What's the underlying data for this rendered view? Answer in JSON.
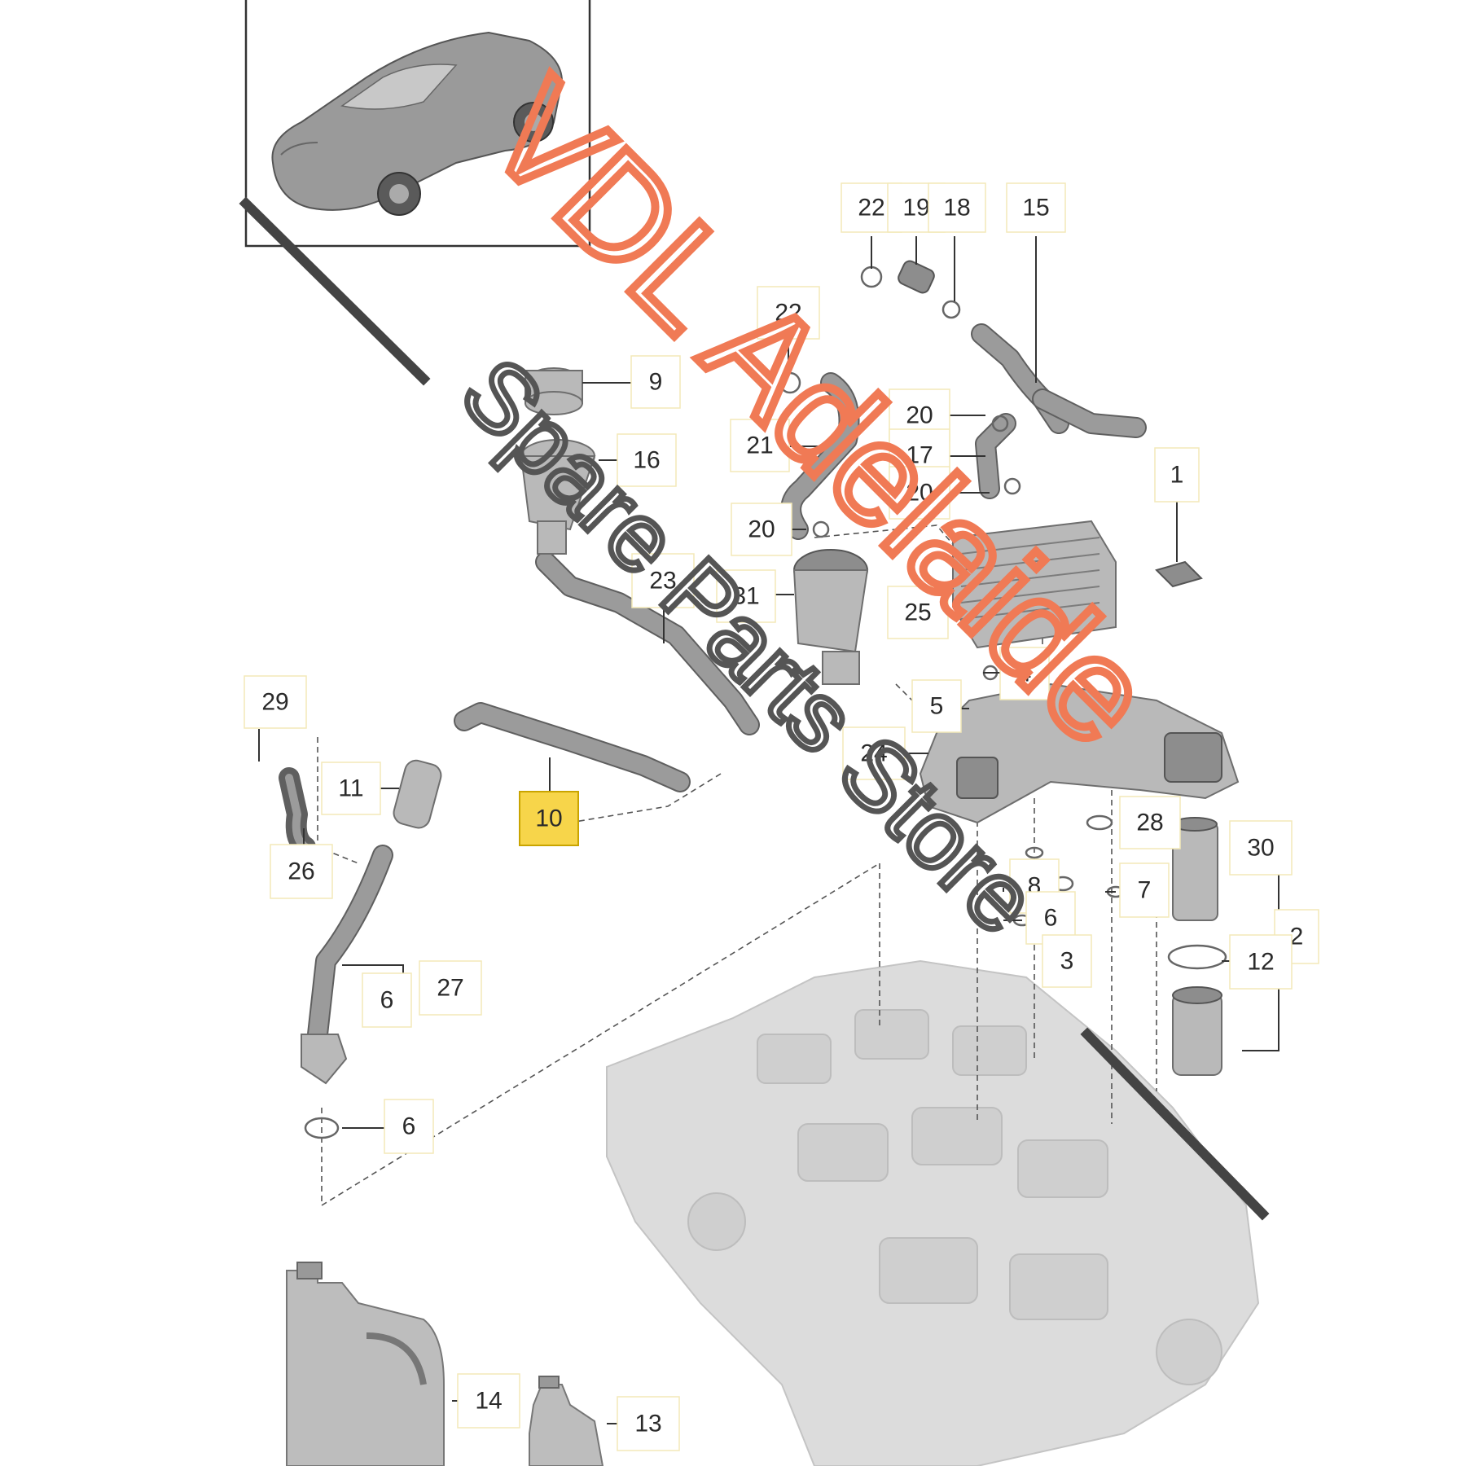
{
  "diagram": {
    "callouts": [
      {
        "id": "c22a",
        "text": "22"
      },
      {
        "id": "c19",
        "text": "19"
      },
      {
        "id": "c18",
        "text": "18"
      },
      {
        "id": "c15",
        "text": "15"
      },
      {
        "id": "c22b",
        "text": "22"
      },
      {
        "id": "c9",
        "text": "9"
      },
      {
        "id": "c16",
        "text": "16"
      },
      {
        "id": "c20a",
        "text": "20"
      },
      {
        "id": "c21",
        "text": "21"
      },
      {
        "id": "c17",
        "text": "17"
      },
      {
        "id": "c20b",
        "text": "20"
      },
      {
        "id": "c1",
        "text": "1"
      },
      {
        "id": "c20c",
        "text": "20"
      },
      {
        "id": "c23",
        "text": "23"
      },
      {
        "id": "c31",
        "text": "31"
      },
      {
        "id": "c25",
        "text": "25"
      },
      {
        "id": "c4",
        "text": "4"
      },
      {
        "id": "c29",
        "text": "29"
      },
      {
        "id": "c5",
        "text": "5"
      },
      {
        "id": "c24",
        "text": "24"
      },
      {
        "id": "c11",
        "text": "11"
      },
      {
        "id": "c10",
        "text": "10"
      },
      {
        "id": "c28",
        "text": "28"
      },
      {
        "id": "c30",
        "text": "30"
      },
      {
        "id": "c26",
        "text": "26"
      },
      {
        "id": "c8",
        "text": "8"
      },
      {
        "id": "c7",
        "text": "7"
      },
      {
        "id": "c6a",
        "text": "6"
      },
      {
        "id": "c2",
        "text": "2"
      },
      {
        "id": "c3",
        "text": "3"
      },
      {
        "id": "c12",
        "text": "12"
      },
      {
        "id": "c6b",
        "text": "6"
      },
      {
        "id": "c27",
        "text": "27"
      },
      {
        "id": "c6c",
        "text": "6"
      },
      {
        "id": "c14",
        "text": "14"
      },
      {
        "id": "c13",
        "text": "13"
      }
    ],
    "highlighted_part": "10"
  },
  "watermark": {
    "line1": "VDL Adelaide",
    "line2": "Spare Parts Store",
    "color_primary": "#f07a55",
    "color_secondary": "#555555"
  },
  "colors": {
    "highlight": "#f7d54a",
    "label_border": "#f3e9b8"
  }
}
